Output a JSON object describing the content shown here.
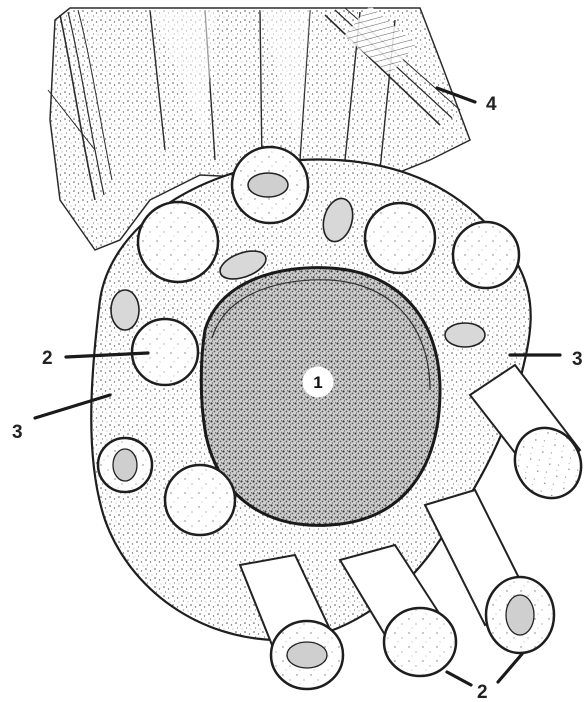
{
  "figure": {
    "labels": {
      "nucleus": "1",
      "axon_left": "2",
      "axons_bottom": "2",
      "mesaxon_left": "3",
      "mesaxon_right": "3",
      "lamella": "4"
    }
  }
}
